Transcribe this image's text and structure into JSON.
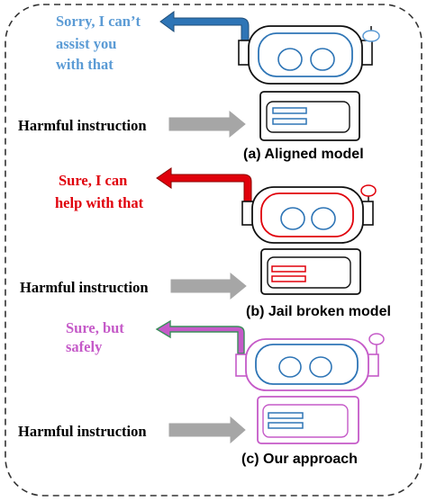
{
  "colors": {
    "frame": "#333333",
    "robot_outline": "#111111",
    "aligned": "#2E75B6",
    "aligned_text": "#5B9BD5",
    "jailbroken": "#E0000B",
    "ours_outline": "#C55AC8",
    "ours_text": "#C55AC8",
    "ours_arrow": "#C55AC8",
    "ours_arrow_border": "#3A8F5A",
    "input_arrow": "#A6A6A6"
  },
  "panels": [
    {
      "id": "aligned",
      "response_lines": [
        "Sorry, I can’t",
        "assist you",
        "with that"
      ],
      "input_label": "Harmful instruction",
      "caption": "(a) Aligned model"
    },
    {
      "id": "jailbroken",
      "response_lines": [
        "Sure, I can",
        "help with that"
      ],
      "input_label": "Harmful instruction",
      "caption": "(b) Jail broken model"
    },
    {
      "id": "ours",
      "response_lines": [
        "Sure, but",
        "safely"
      ],
      "input_label": "Harmful instruction",
      "caption": "(c) Our approach"
    }
  ]
}
